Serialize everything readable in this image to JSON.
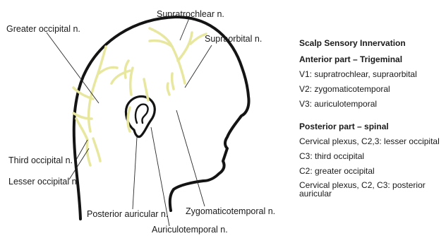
{
  "labels": {
    "supratrochlear": "Supratrochlear n.",
    "greater_occipital": "Greater occipital n.",
    "supraorbital": "Supraorbital n.",
    "third_occipital": "Third occipital n.",
    "lesser_occipital": "Lesser occipital n.",
    "posterior_auricular": "Posterior auricular n.",
    "zygomaticotemporal": "Zygomaticotemporal n.",
    "auriculotemporal": "Auriculotemporal n."
  },
  "legend": {
    "title": "Scalp Sensory Innervation",
    "anterior_heading": "Anterior part – Trigeminal",
    "anterior_items": [
      "V1: supratrochlear, supraorbital",
      "V2: zygomaticotemporal",
      "V3: auriculotemporal"
    ],
    "posterior_heading": "Posterior part – spinal",
    "posterior_items": [
      "Cervical plexus, C2,3: lesser occipital",
      "C3: third occipital",
      "C2: greater occipital",
      "Cervical plexus, C2, C3: posterior auricular"
    ]
  },
  "colors": {
    "nerve": "#e8e7a0",
    "outline": "#141414",
    "leader": "#2a2a2a"
  }
}
